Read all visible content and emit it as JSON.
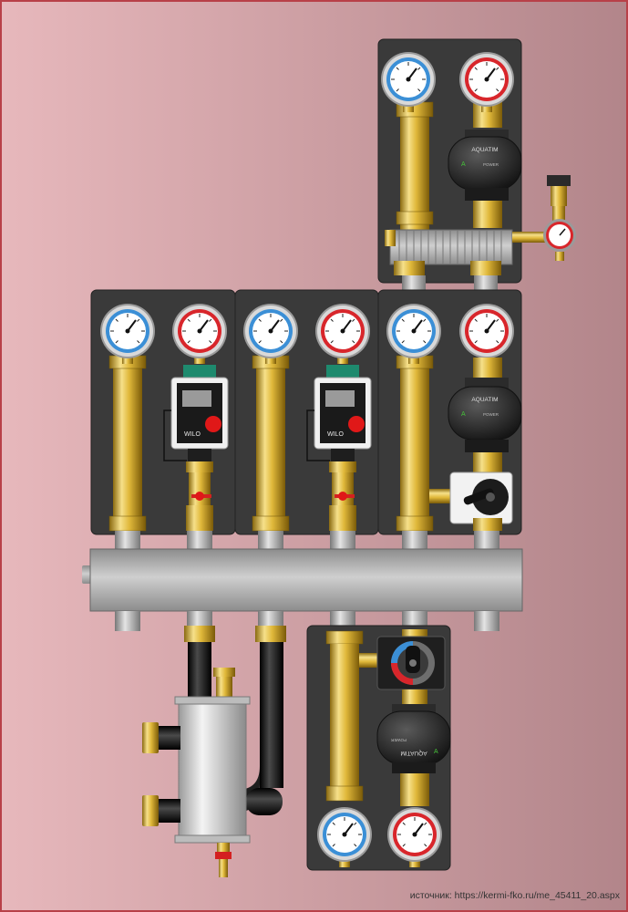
{
  "source_caption": "источник: https://kermi-fko.ru/me_45411_20.aspx",
  "brands": {
    "wilo": "WILO",
    "aquatim": "AQUATIM",
    "power_label": "POWER",
    "mode_label": "A"
  },
  "colors": {
    "background_left": "#e7b8bc",
    "background_right": "#b6858a",
    "panel": "#3a3a3a",
    "brass": "#e0b83a",
    "steel": "#b8b8b8",
    "pipe_black": "#1e1e1e",
    "red_dial": "#d8262b",
    "blue_dial": "#3b8fd6"
  }
}
